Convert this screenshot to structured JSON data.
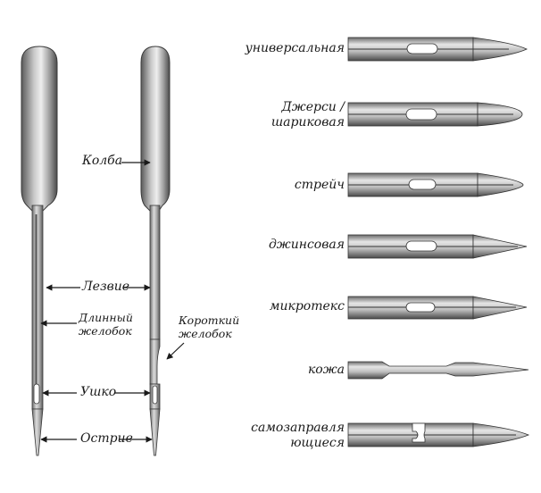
{
  "labels": {
    "flask": "Колба",
    "blade": "Лезвие",
    "long_groove_line1": "Длинный",
    "long_groove_line2": "желобок",
    "short_groove_line1": "Короткий",
    "short_groove_line2": "желобок",
    "eye": "Ушко",
    "point": "Острие"
  },
  "needle_types": [
    {
      "lines": [
        "универсальная"
      ],
      "shape": "sharp"
    },
    {
      "lines": [
        "Джерси /",
        "шариковая"
      ],
      "shape": "ball"
    },
    {
      "lines": [
        "стрейч"
      ],
      "shape": "medium-ball"
    },
    {
      "lines": [
        "джинсовая"
      ],
      "shape": "sharp-strong"
    },
    {
      "lines": [
        "микротекс"
      ],
      "shape": "thin-sharp"
    },
    {
      "lines": [
        "кожа"
      ],
      "shape": "wedge"
    },
    {
      "lines": [
        "самозаправля",
        "ющиеся"
      ],
      "shape": "slotted"
    }
  ],
  "colors": {
    "metal_dark": "#4a4a4a",
    "metal_mid": "#9a9a9a",
    "metal_light": "#e8e8e8",
    "text": "#1a1a1a"
  }
}
